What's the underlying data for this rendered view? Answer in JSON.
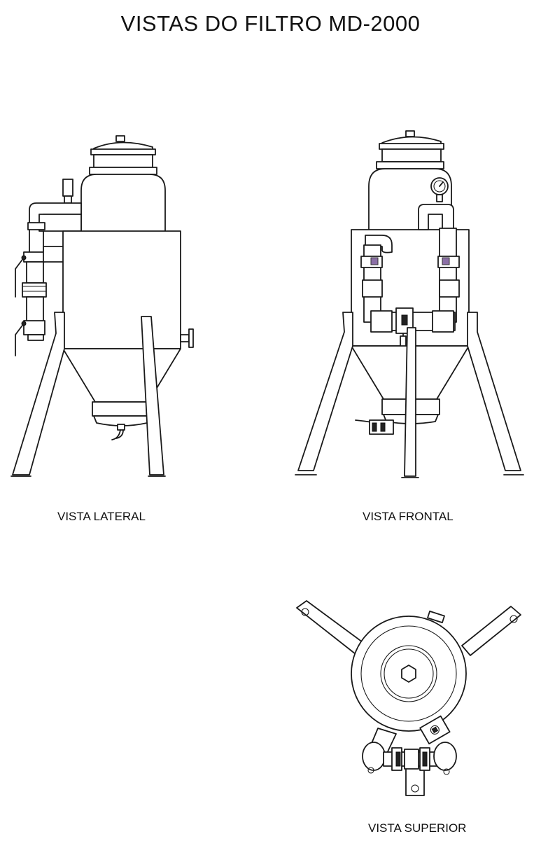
{
  "title": "VISTAS DO FILTRO MD-2000",
  "views": {
    "lateral": "VISTA LATERAL",
    "frontal": "VISTA FRONTAL",
    "superior": "VISTA SUPERIOR"
  }
}
